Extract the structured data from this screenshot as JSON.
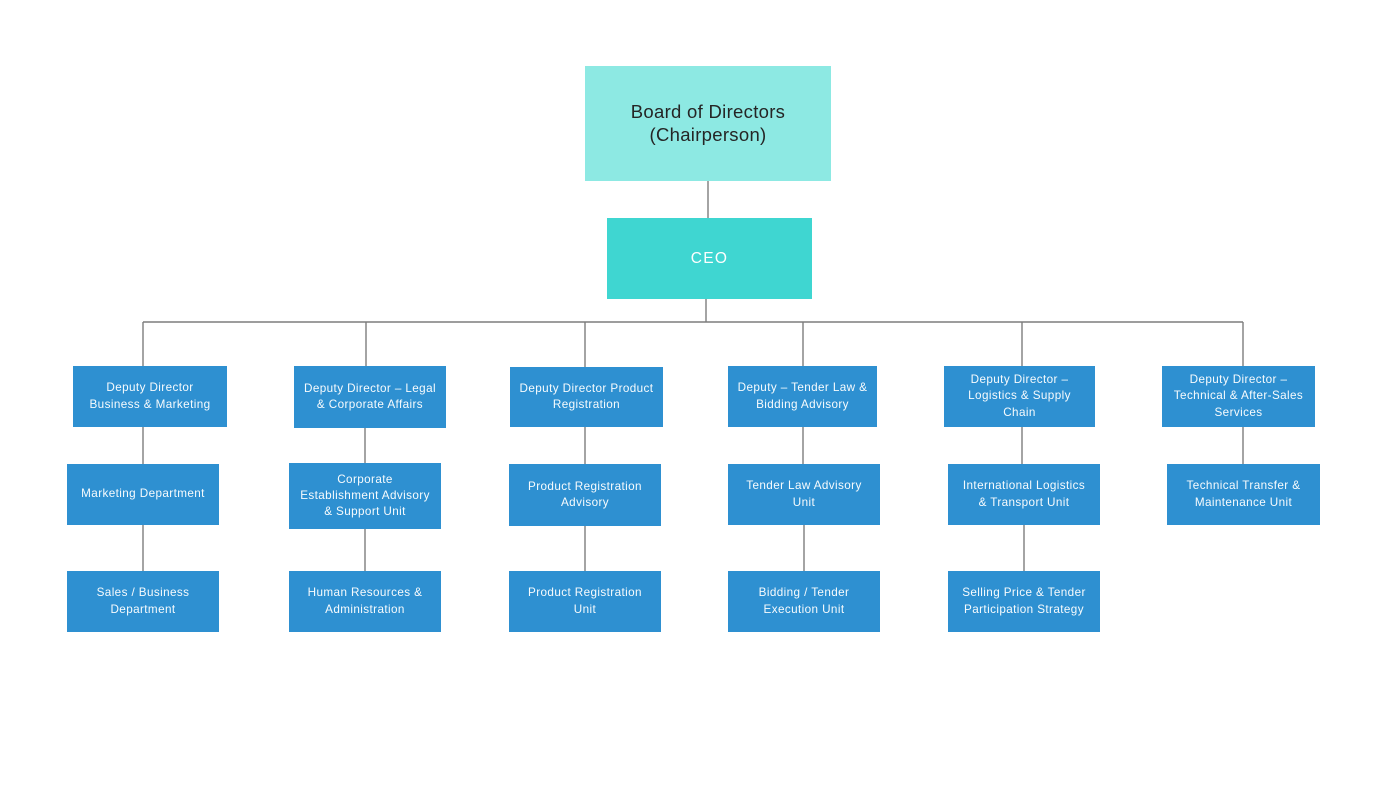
{
  "org": {
    "root": {
      "label": "Board of Directors (Chairperson)"
    },
    "ceo": {
      "label": "CEO"
    },
    "branches": [
      {
        "deputy": "Deputy Director Business & Marketing",
        "units": [
          "Marketing Department",
          "Sales / Business Department"
        ]
      },
      {
        "deputy": "Deputy Director – Legal & Corporate Affairs",
        "units": [
          "Corporate Establishment Advisory & Support Unit",
          "Human Resources & Administration"
        ]
      },
      {
        "deputy": "Deputy Director Product Registration",
        "units": [
          "Product Registration Advisory",
          "Product Registration Unit"
        ]
      },
      {
        "deputy": "Deputy – Tender Law & Bidding Advisory",
        "units": [
          "Tender Law Advisory Unit",
          "Bidding / Tender Execution Unit"
        ]
      },
      {
        "deputy": "Deputy Director – Logistics & Supply Chain",
        "units": [
          "International Logistics & Transport Unit",
          "Selling Price & Tender Participation Strategy"
        ]
      },
      {
        "deputy": "Deputy Director – Technical & After-Sales Services",
        "units": [
          "Technical Transfer & Maintenance Unit"
        ]
      }
    ]
  },
  "colors": {
    "background": "#FFFFFF",
    "board_fill": "#8DE9E3",
    "board_text": "#252525",
    "ceo_fill": "#3FD6D1",
    "department_fill": "#2E90D1",
    "department_text": "#FFFFFF",
    "connector": "#7D7D7D"
  }
}
